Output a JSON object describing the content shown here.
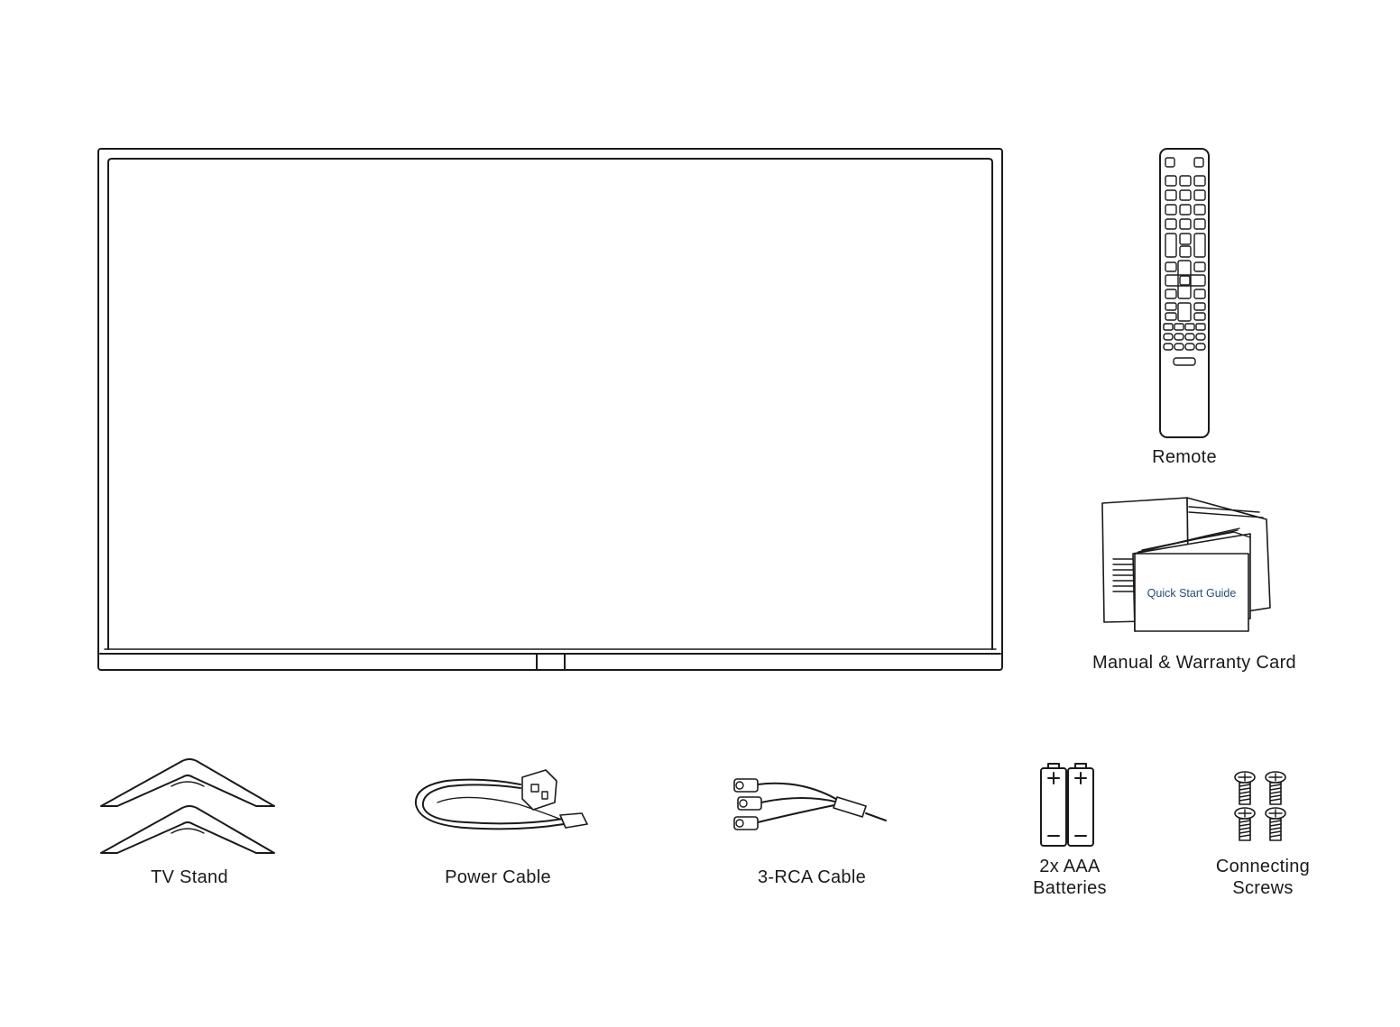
{
  "items": {
    "remote": {
      "label": "Remote",
      "icon": "remote-control-icon"
    },
    "manual": {
      "label": "Manual & Warranty Card",
      "booklet_text": "Quick Start Guide",
      "icon": "manual-booklet-icon",
      "booklet_text_color": "#1f4f7a"
    },
    "tv_stand": {
      "label": "TV Stand",
      "icon": "tv-stand-icon"
    },
    "power_cable": {
      "label": "Power Cable",
      "icon": "power-cable-icon"
    },
    "rca_cable": {
      "label": "3-RCA Cable",
      "icon": "rca-cable-icon"
    },
    "batteries": {
      "label_line1": "2x AAA",
      "label_line2": "Batteries",
      "icon": "battery-icon"
    },
    "screws": {
      "label_line1": "Connecting",
      "label_line2": "Screws",
      "icon": "screw-icon"
    }
  },
  "tv": {
    "icon": "television-icon"
  }
}
